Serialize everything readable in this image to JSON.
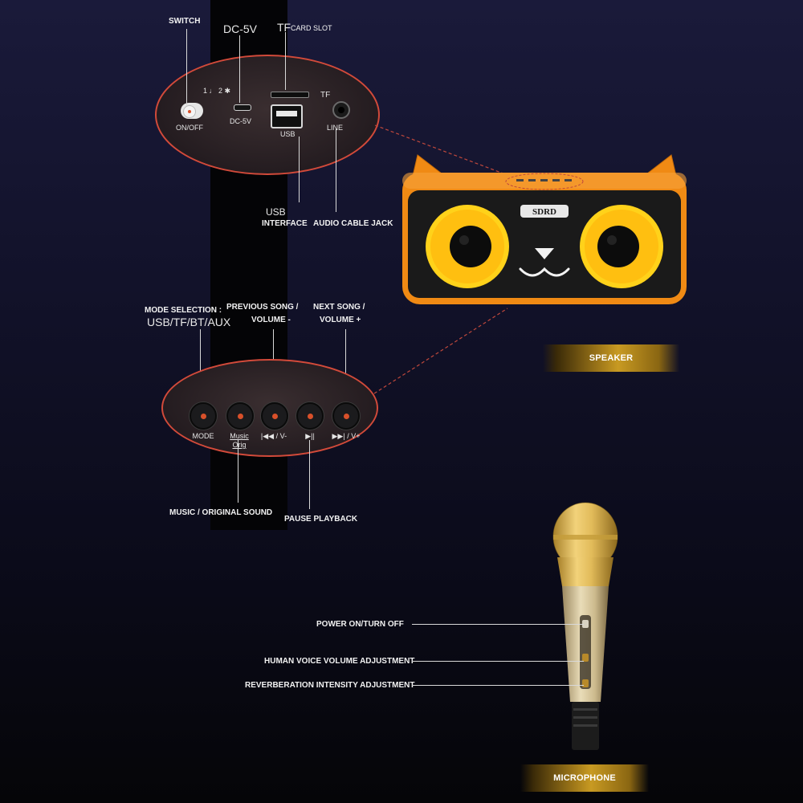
{
  "ports_panel": {
    "switch_label": "SWITCH",
    "dc_label": "DC-5V",
    "tf_label": "TF",
    "card_slot_label": "CARD SLOT",
    "mode_marks": "1 ♩ 2 ✱",
    "onoff_label": "ON/OFF",
    "dc_port_label": "DC-5V",
    "usb_port_label": "USB",
    "tf_port_label": "TF",
    "line_label": "LINE",
    "usb_callout_top": "USB",
    "usb_callout_bottom": "INTERFACE",
    "audio_jack_label": "AUDIO CABLE JACK"
  },
  "speaker": {
    "brand": "SDRD",
    "banner": "SPEAKER"
  },
  "controls_panel": {
    "mode_selection_line1": "MODE SELECTION :",
    "mode_selection_line2": "USB/TF/BT/AUX",
    "prev_line1": "PREVIOUS SONG /",
    "prev_line2": "VOLUME -",
    "next_line1": "NEXT SONG /",
    "next_line2": "VOLUME +",
    "buttons": [
      {
        "label": "MODE"
      },
      {
        "label": "Music\nOrig"
      },
      {
        "label": "|◀◀ / V-"
      },
      {
        "label": "▶||"
      },
      {
        "label": "▶▶| / V+"
      }
    ],
    "music_original_label": "MUSIC / ORIGINAL SOUND",
    "pause_label": "PAUSE PLAYBACK"
  },
  "microphone": {
    "power_label": "POWER ON/TURN OFF",
    "voice_label": "HUMAN VOICE VOLUME ADJUSTMENT",
    "reverb_label": "REVERBERATION INTENSITY ADJUSTMENT",
    "banner": "MICROPHONE"
  },
  "colors": {
    "accent_red": "#d24a3a",
    "speaker_orange": "#f08a14",
    "driver_yellow": "#ffd21a",
    "gold": "#c89a22"
  }
}
